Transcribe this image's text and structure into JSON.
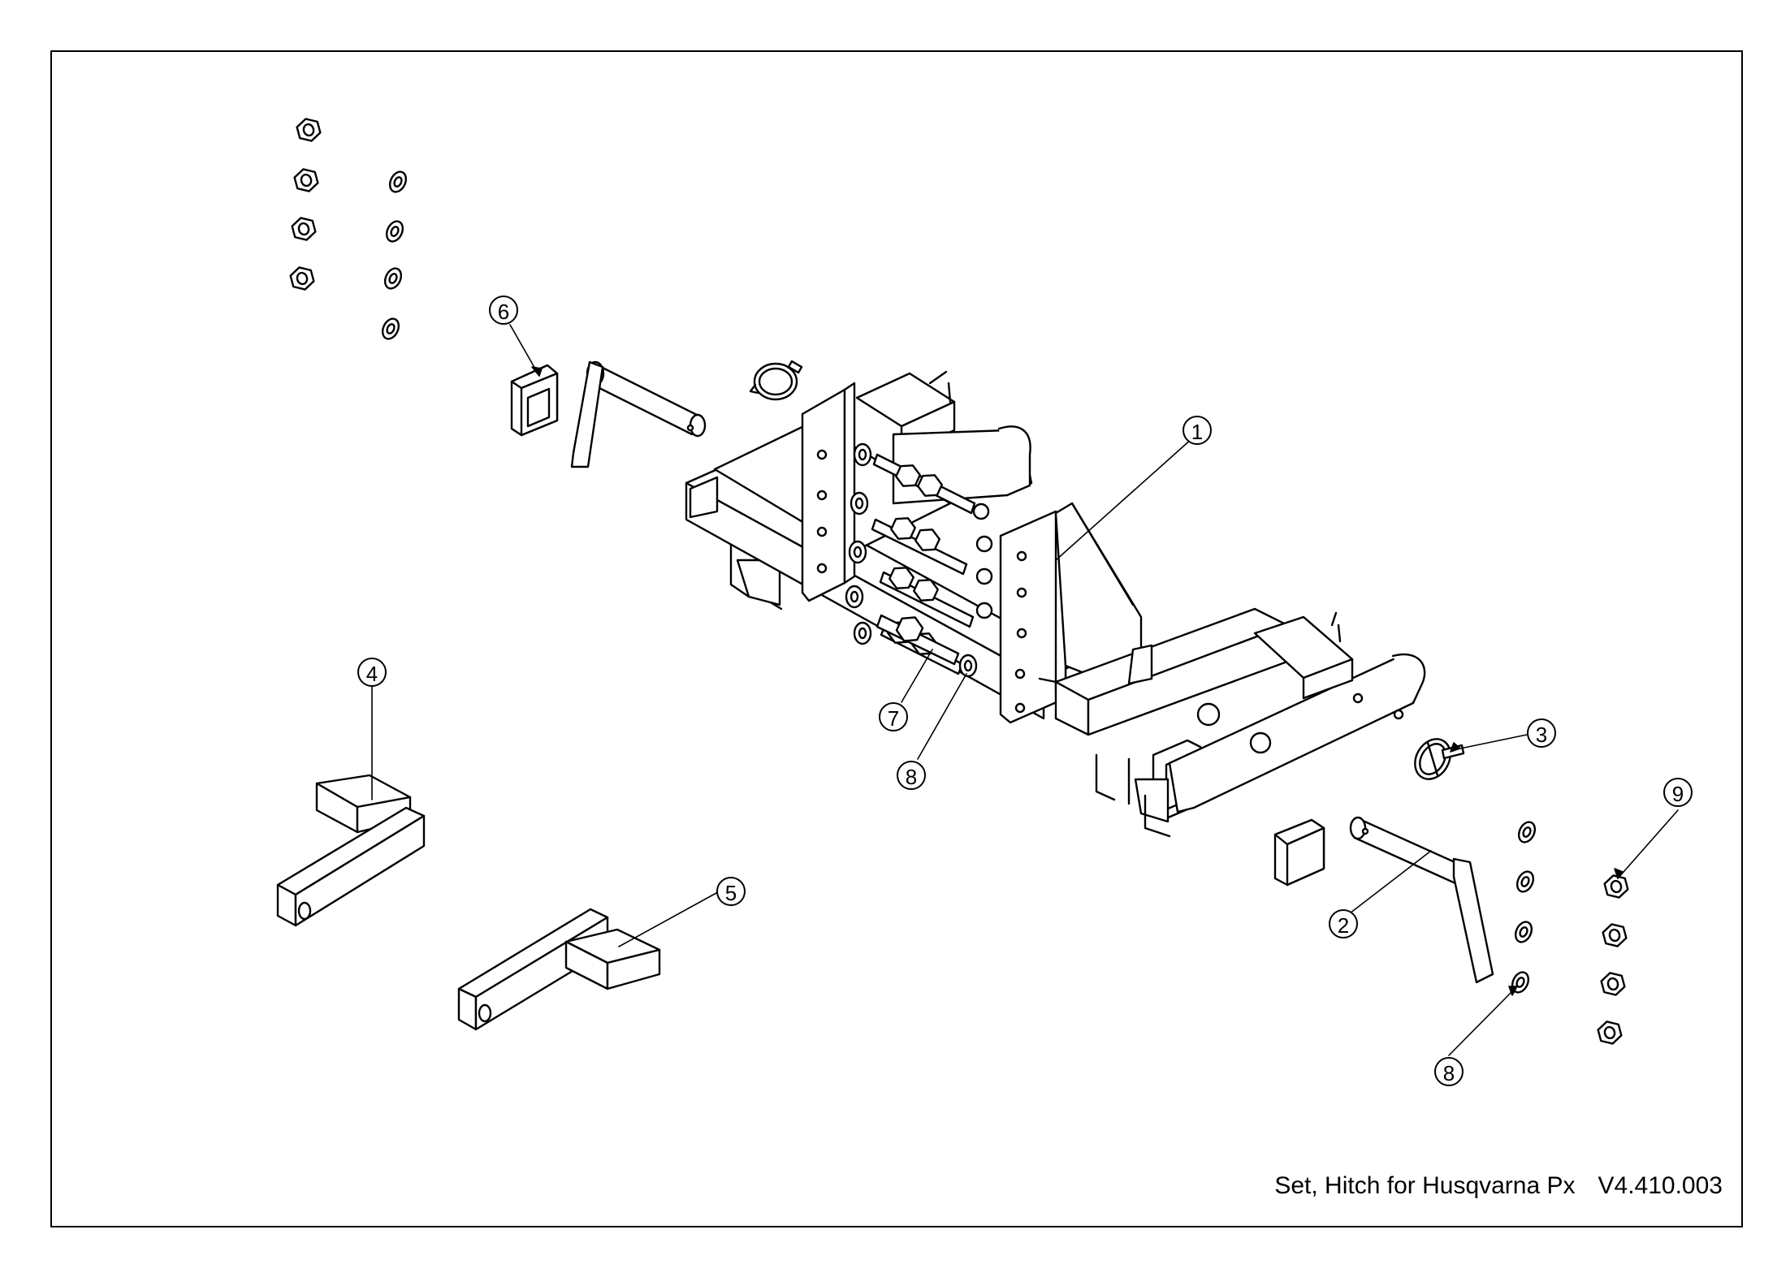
{
  "drawing": {
    "title": "Set, Hitch for Husqvarna Px",
    "code": "V4.410.003"
  },
  "callouts": [
    {
      "number": "1",
      "part": "hitch-frame"
    },
    {
      "number": "2",
      "part": "right-pin"
    },
    {
      "number": "3",
      "part": "lynch-clip"
    },
    {
      "number": "4",
      "part": "left-bracket"
    },
    {
      "number": "5",
      "part": "right-bracket"
    },
    {
      "number": "6",
      "part": "tube-plug"
    },
    {
      "number": "7",
      "part": "bolt"
    },
    {
      "number": "8",
      "part": "washer"
    },
    {
      "number": "8",
      "part": "washer"
    },
    {
      "number": "9",
      "part": "nut"
    }
  ],
  "colors": {
    "line": "#000000",
    "fill": "#ffffff",
    "shade": "#ffffff"
  }
}
